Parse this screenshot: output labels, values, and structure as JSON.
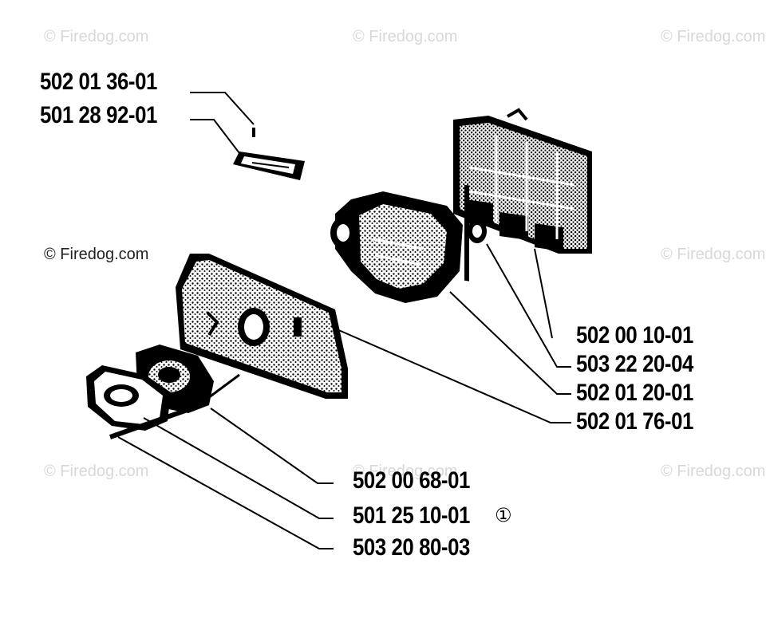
{
  "watermark": {
    "text": "© Firedog.com"
  },
  "labels": {
    "p1": "502 01 36-01",
    "p2": "501 28 92-01",
    "p3": "502 00 10-01",
    "p4": "503 22 20-04",
    "p5": "502 01 20-01",
    "p6": "502 01 76-01",
    "p7": "502 00 68-01",
    "p8": "501 25 10-01",
    "p9": "503 20 80-03"
  },
  "note_symbol": "①",
  "colors": {
    "ink": "#000000",
    "watermark": "#d8d8d8",
    "background": "#ffffff"
  }
}
